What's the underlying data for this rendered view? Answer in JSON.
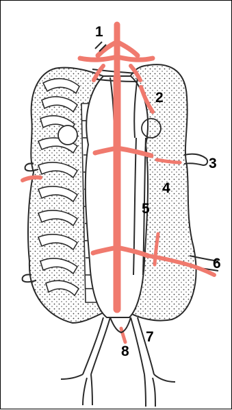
{
  "labels": {
    "l1": "1",
    "l2": "2",
    "l3": "3",
    "l4": "4",
    "l5": "5",
    "l6": "6",
    "l7": "7",
    "l8": "8"
  },
  "colors": {
    "artery": "#f07a6e",
    "outline": "#2a2a2a",
    "stipple": "#3a3a3a"
  }
}
